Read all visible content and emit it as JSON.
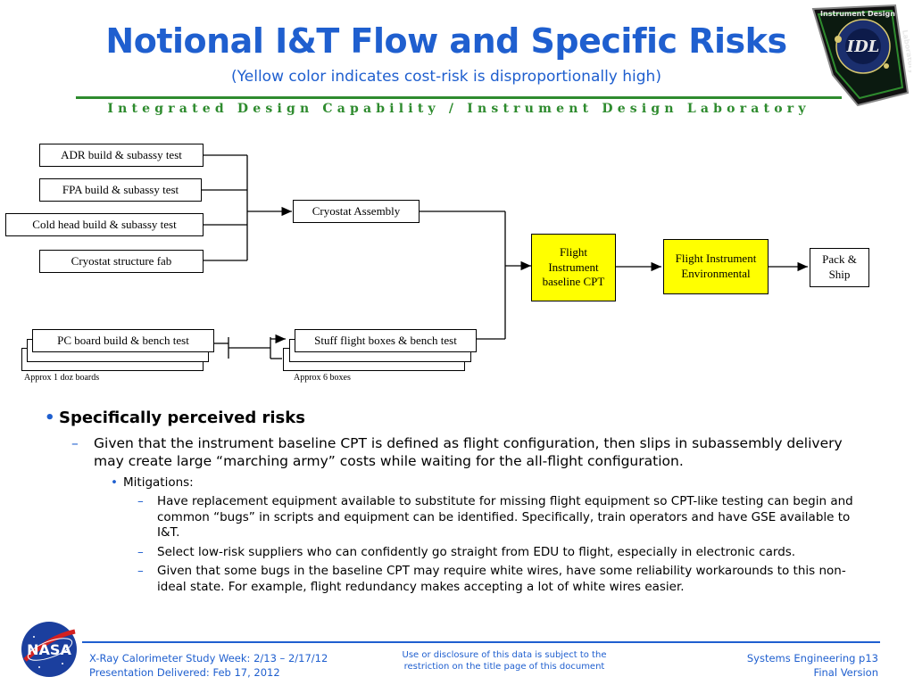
{
  "header": {
    "title": "Notional I&T Flow and Specific Risks",
    "subtitle": "(Yellow color indicates cost-risk is disproportionally high)",
    "org_line": "Integrated Design Capability / Instrument Design Laboratory"
  },
  "logo": {
    "top_text": "Instrument Design",
    "right_text": "Laboratory",
    "center_text": "IDL"
  },
  "flow": {
    "adr": "ADR build & subassy test",
    "fpa": "FPA build & subassy test",
    "cold_head": "Cold head build & subassy test",
    "structure": "Cryostat structure fab",
    "cryostat_assembly": "Cryostat Assembly",
    "pc_board": "PC board build & bench test",
    "stuff_boxes": "Stuff  flight boxes & bench test",
    "baseline_cpt": "Flight Instrument baseline CPT",
    "environmental": "Flight Instrument Environmental",
    "pack_ship": "Pack & Ship",
    "note_boards": "Approx 1 doz boards",
    "note_boxes": "Approx 6 boxes"
  },
  "colors": {
    "title_blue": "#1f5fcf",
    "green": "#2e8b2e",
    "high_cost_risk": "#ffff00"
  },
  "bullets": {
    "heading": "Specifically perceived risks",
    "risk1": "Given that the instrument baseline CPT is defined as flight configuration, then slips in subassembly delivery may create large “marching army” costs while waiting for the all-flight configuration.",
    "mitigations_label": "Mitigations:",
    "m1": "Have replacement equipment available to substitute for missing flight equipment so CPT-like testing can begin and common “bugs” in scripts and equipment can be identified.  Specifically, train operators and have GSE available to I&T.",
    "m2": "Select low-risk suppliers who can confidently go straight from EDU to flight, especially in electronic cards.",
    "m3": "Given that some bugs in the baseline CPT may require white wires, have some reliability workarounds to this non-ideal state.  For example, flight redundancy makes accepting a lot of white wires easier."
  },
  "footer": {
    "left_line1": "X-Ray Calorimeter Study Week:  2/13 – 2/17/12",
    "left_line2": "Presentation Delivered: Feb 17, 2012",
    "center": "Use or disclosure of this data is subject to the restriction on the title page of this document",
    "right_line1": "Systems Engineering p13",
    "right_line2": "Final Version",
    "nasa_logo": "NASA"
  }
}
